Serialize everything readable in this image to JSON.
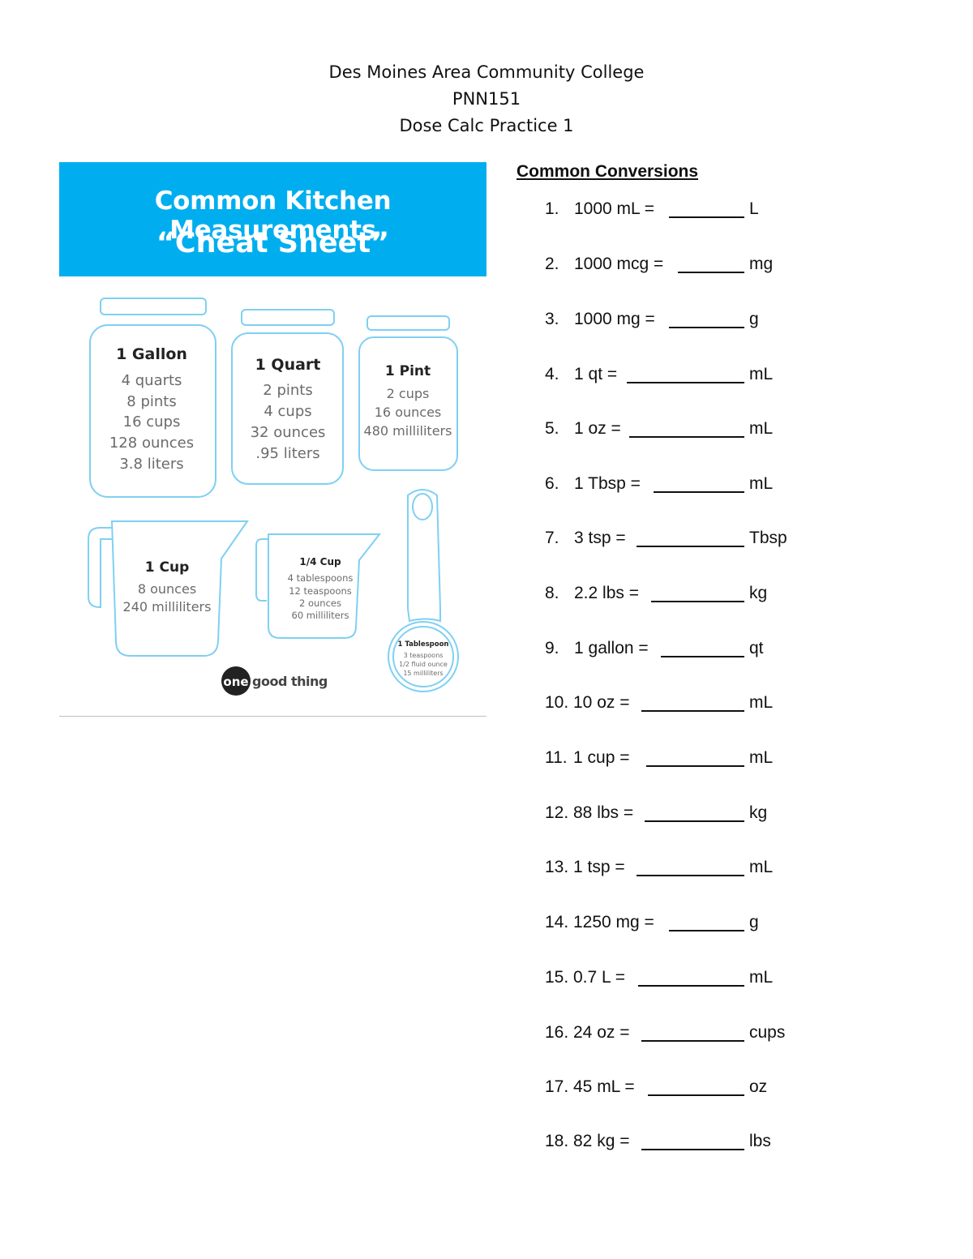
{
  "header": {
    "line1": "Des Moines Area Community College",
    "line2": "PNN151",
    "line3": "Dose Calc Practice 1"
  },
  "cheat_sheet": {
    "title": "Common Kitchen Measurements",
    "subtitle": "“Cheat Sheet”",
    "gallon": {
      "head": "1 Gallon",
      "lines": [
        "4 quarts",
        "8 pints",
        "16 cups",
        "128 ounces",
        "3.8 liters"
      ]
    },
    "quart": {
      "head": "1 Quart",
      "lines": [
        "2 pints",
        "4 cups",
        "32 ounces",
        ".95 liters"
      ]
    },
    "pint": {
      "head": "1 Pint",
      "lines": [
        "2 cups",
        "16 ounces",
        "480 milliliters"
      ]
    },
    "cup": {
      "head": "1 Cup",
      "lines": [
        "8 ounces",
        "240 milliliters"
      ]
    },
    "quarter_cup": {
      "head": "1/4 Cup",
      "lines": [
        "4 tablespoons",
        "12 teaspoons",
        "2 ounces",
        "60 milliliters"
      ]
    },
    "tablespoon": {
      "head": "1 Tablespoon",
      "lines": [
        "3 teaspoons",
        "1/2 fluid ounce",
        "15 milliliters"
      ]
    },
    "logo": {
      "one": "one",
      "rest": "good thing"
    }
  },
  "conversions": {
    "title": "Common Conversions",
    "items": [
      {
        "num": "1.",
        "expr": "1000 mL =",
        "unit": "L"
      },
      {
        "num": "2.",
        "expr": "1000 mcg =",
        "unit": "mg"
      },
      {
        "num": "3.",
        "expr": "1000 mg =",
        "unit": "g"
      },
      {
        "num": "4.",
        "expr": "1 qt =",
        "unit": "mL"
      },
      {
        "num": "5.",
        "expr": "1 oz =",
        "unit": "mL"
      },
      {
        "num": "6.",
        "expr": "1 Tbsp =",
        "unit": "mL"
      },
      {
        "num": "7.",
        "expr": "3 tsp =",
        "unit": "Tbsp"
      },
      {
        "num": "8.",
        "expr": "2.2 lbs =",
        "unit": "kg"
      },
      {
        "num": "9.",
        "expr": "1 gallon =",
        "unit": "qt"
      },
      {
        "num": "10.",
        "expr": "10 oz =",
        "unit": "mL"
      },
      {
        "num": "11.",
        "expr": "1 cup =",
        "unit": "mL"
      },
      {
        "num": "12.",
        "expr": "88 lbs =",
        "unit": "kg"
      },
      {
        "num": "13.",
        "expr": "1 tsp =",
        "unit": "mL"
      },
      {
        "num": "14.",
        "expr": "1250 mg =",
        "unit": "g"
      },
      {
        "num": "15.",
        "expr": "0.7 L =",
        "unit": "mL"
      },
      {
        "num": "16.",
        "expr": "24 oz =",
        "unit": "cups"
      },
      {
        "num": "17.",
        "expr": "45 mL =",
        "unit": "oz"
      },
      {
        "num": "18.",
        "expr": "82 kg =",
        "unit": "lbs"
      }
    ]
  }
}
